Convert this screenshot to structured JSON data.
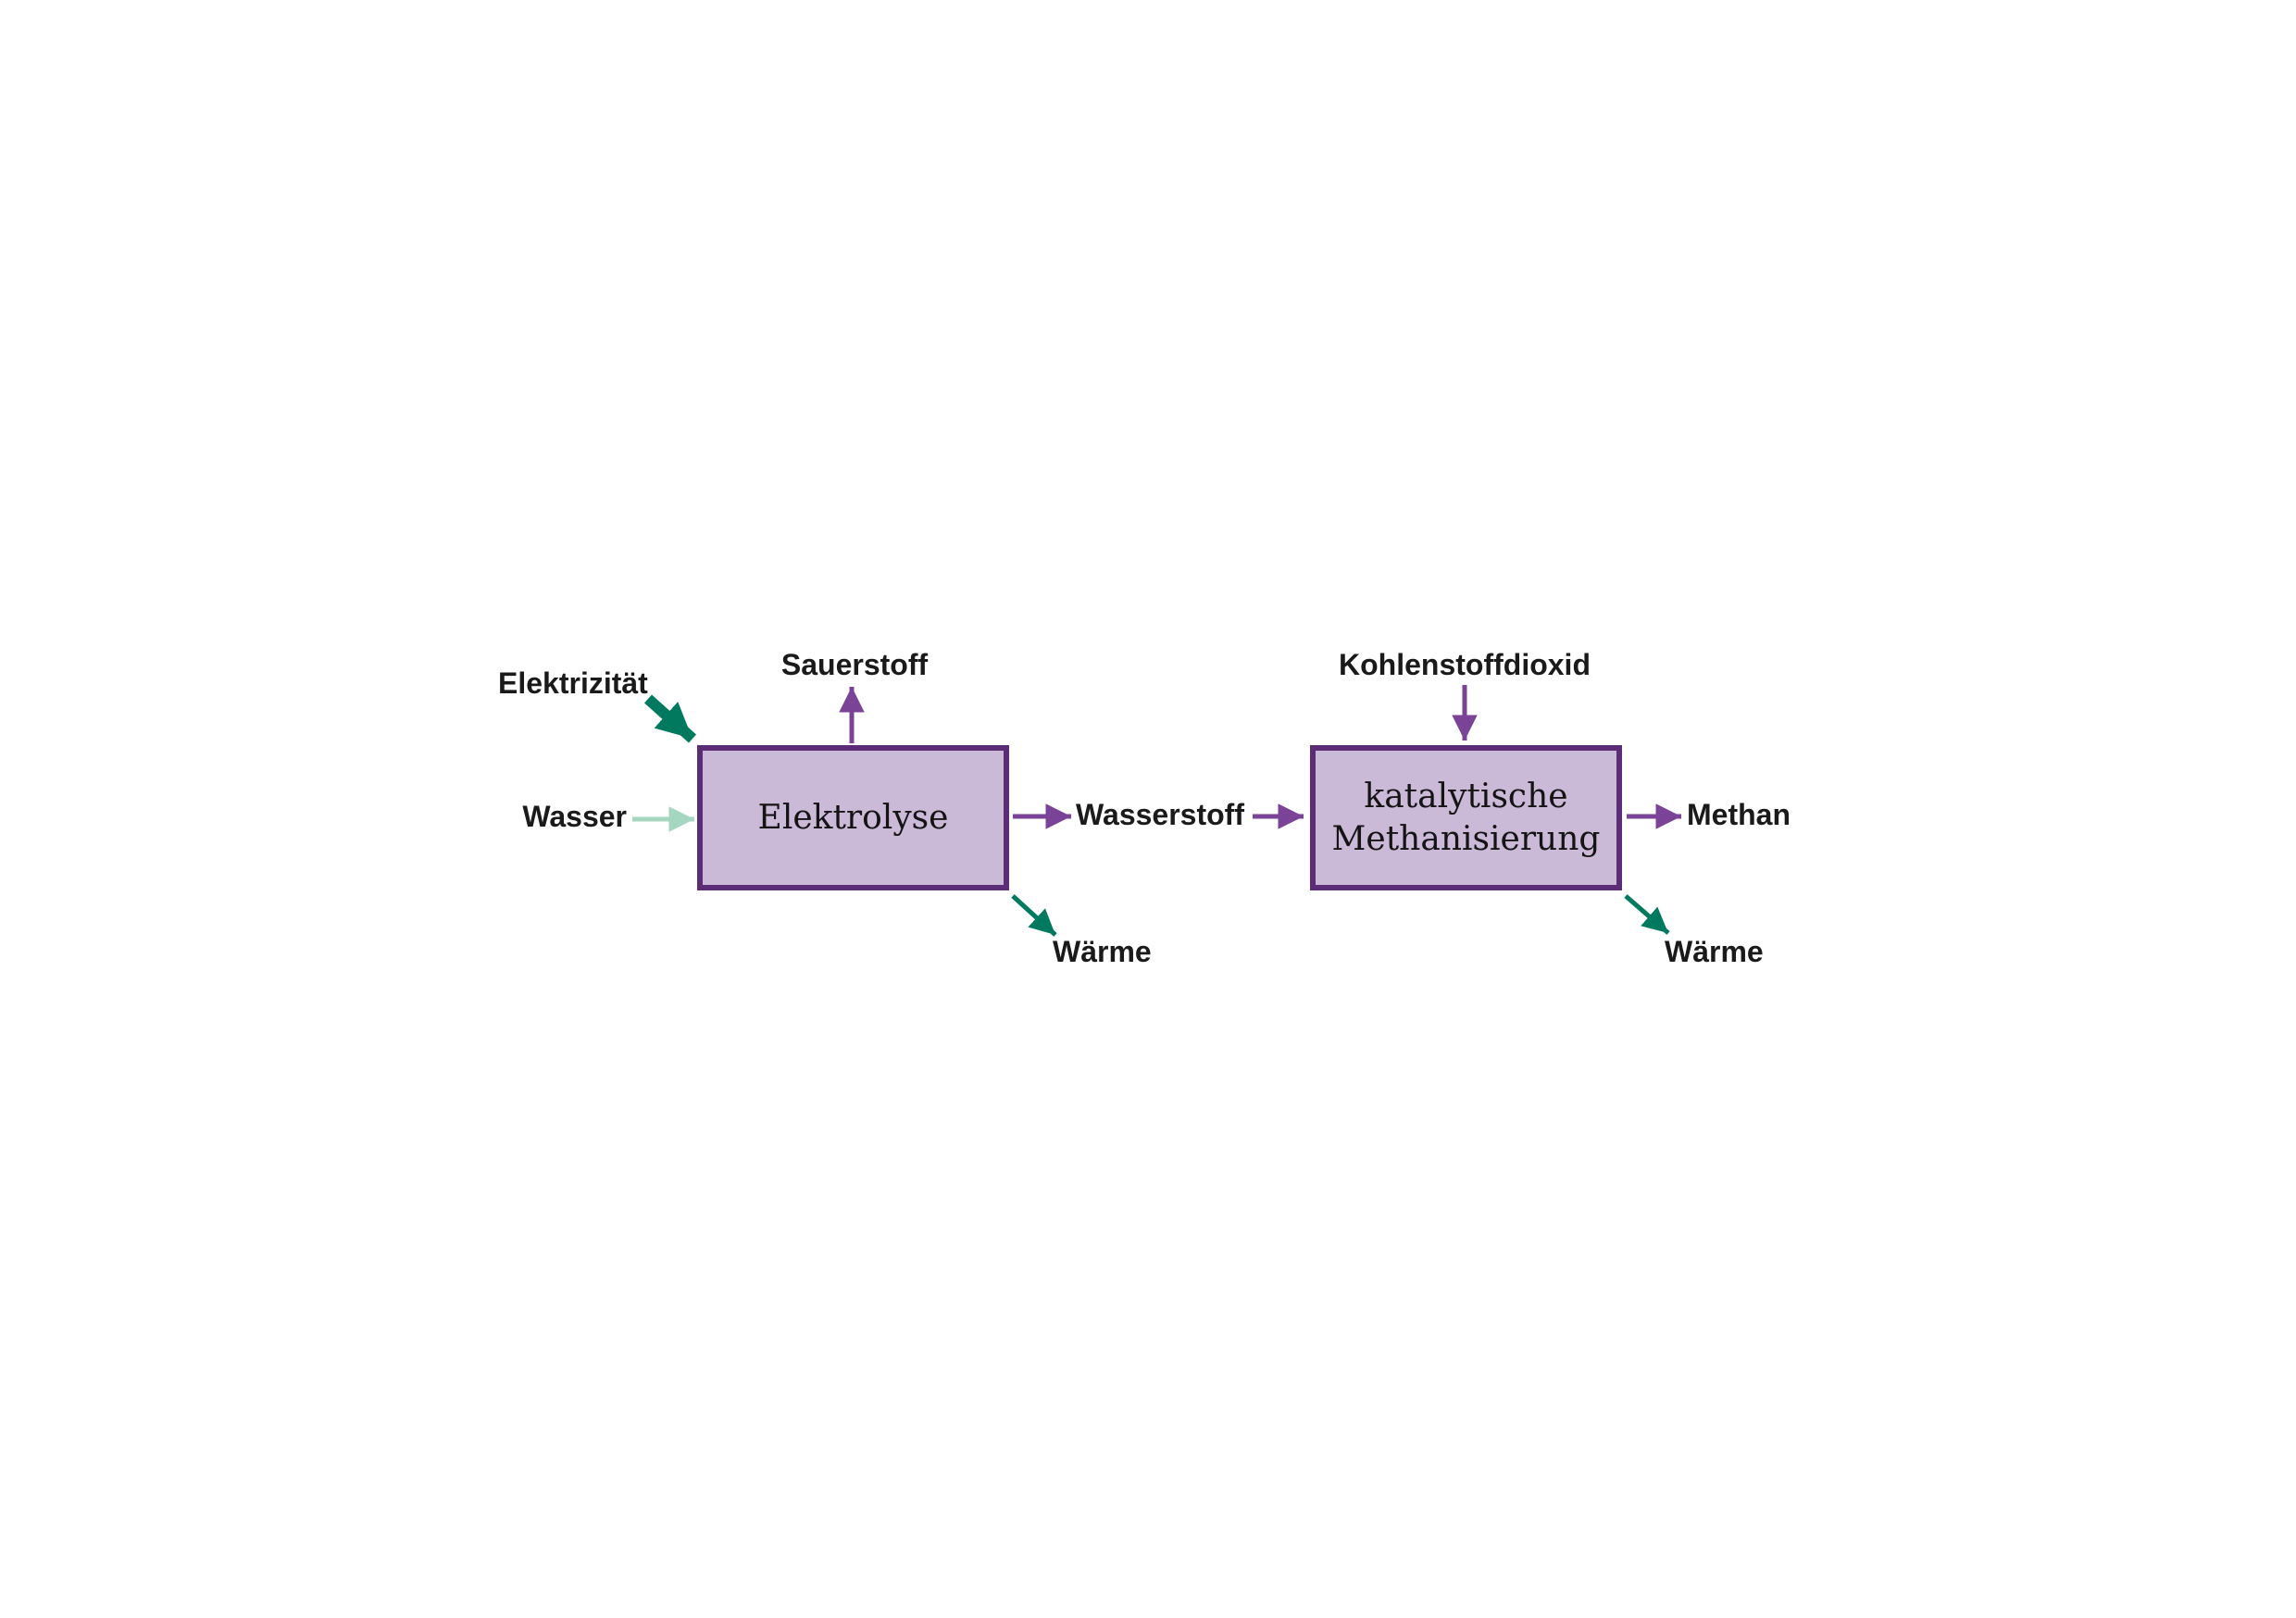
{
  "diagram": {
    "boxes": {
      "elektrolyse": {
        "label": "Elektrolyse"
      },
      "methanisierung": {
        "label_line1": "katalytische",
        "label_line2": "Methanisierung"
      }
    },
    "labels": {
      "elektrizitaet": "Elektrizität",
      "sauerstoff": "Sauerstoff",
      "wasser": "Wasser",
      "wasserstoff": "Wasserstoff",
      "kohlenstoffdioxid": "Kohlenstoffdioxid",
      "methan": "Methan",
      "waerme_links": "Wärme",
      "waerme_rechts": "Wärme"
    },
    "colors": {
      "background": "#ffffff",
      "text": "#1a1a1a",
      "box_fill": "#cbb9d8",
      "box_border": "#5b2d76",
      "arrow_purple": "#7a4397",
      "arrow_teal": "#00795f",
      "arrow_mint": "#a5d6c0"
    }
  }
}
